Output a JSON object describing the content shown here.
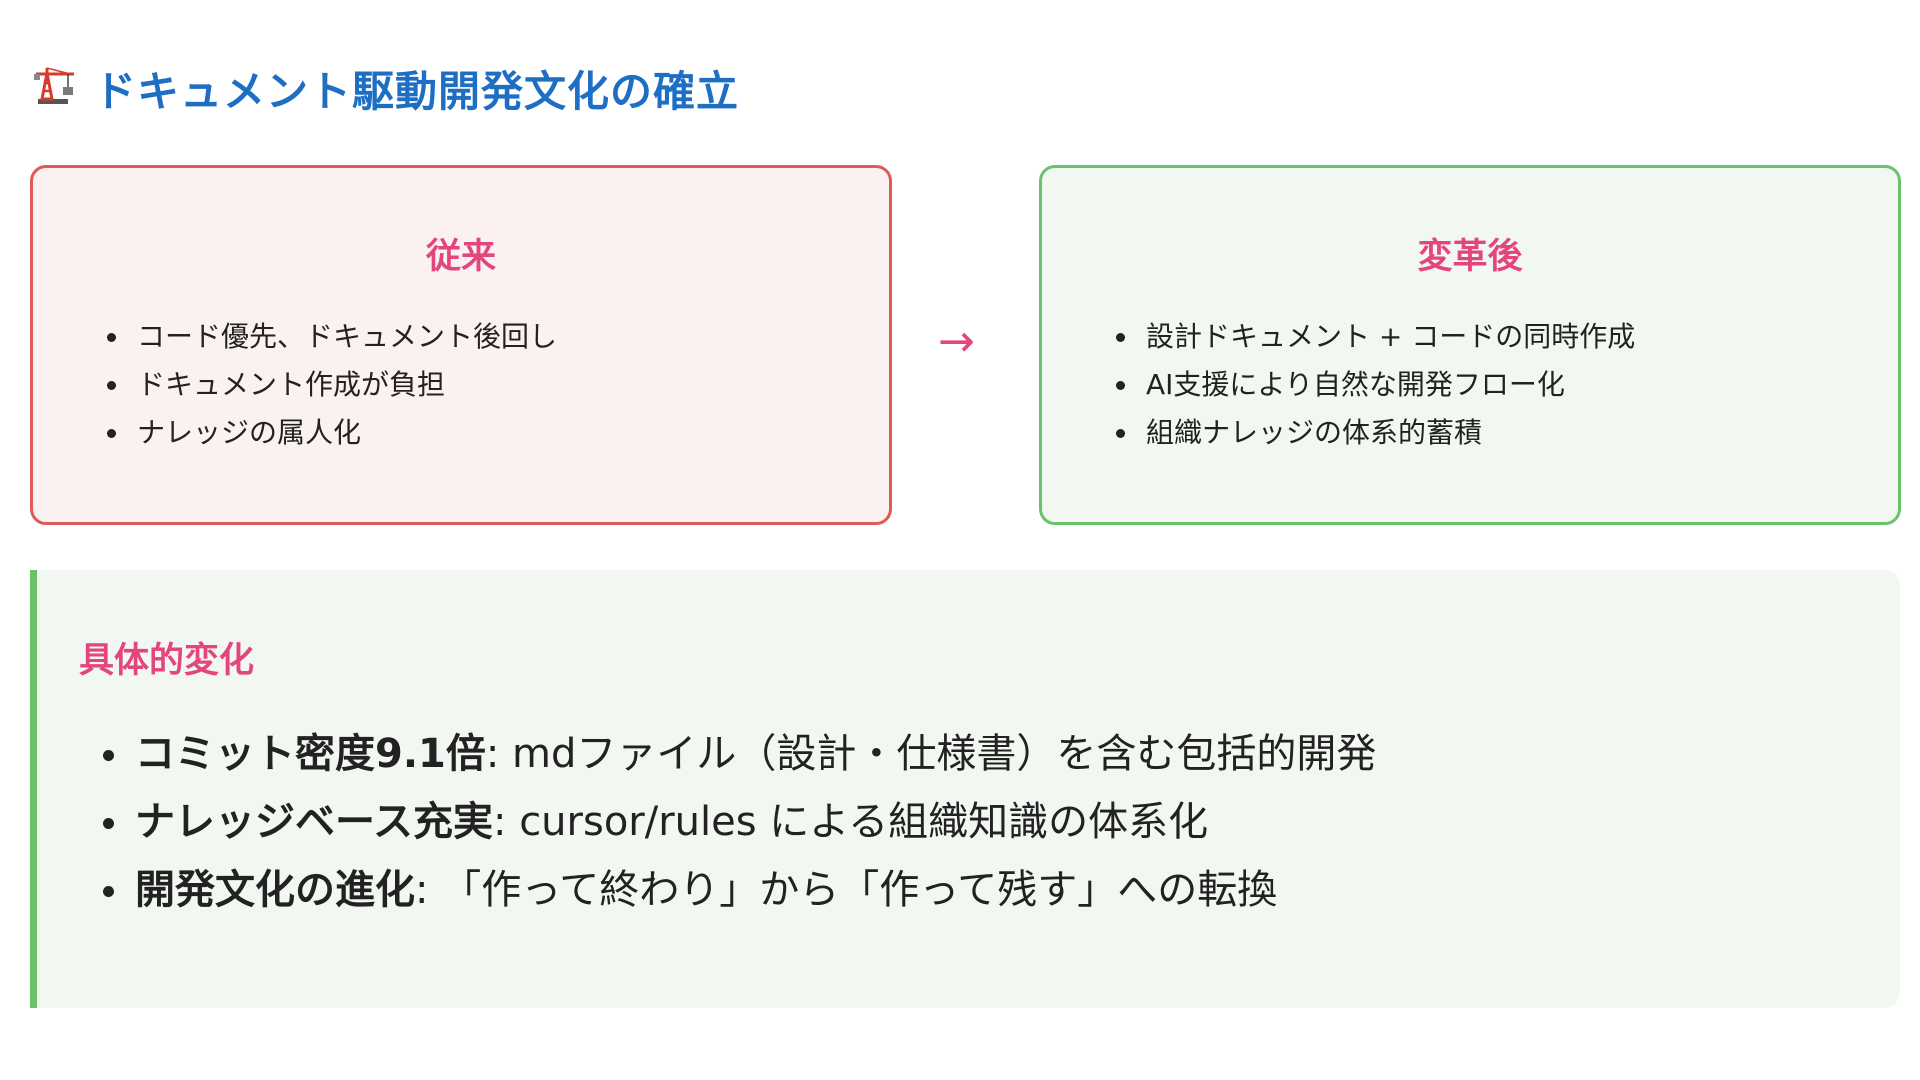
{
  "title": {
    "icon": "crane-icon",
    "text": "ドキュメント駆動開発文化の確立"
  },
  "before": {
    "heading": "従来",
    "items": [
      "コード優先、ドキュメント後回し",
      "ドキュメント作成が負担",
      "ナレッジの属人化"
    ]
  },
  "arrow": "→",
  "after": {
    "heading": "変革後",
    "items": [
      "設計ドキュメント + コードの同時作成",
      "AI支援により自然な開発フロー化",
      "組織ナレッジの体系的蓄積"
    ]
  },
  "changes": {
    "heading": "具体的変化",
    "items": [
      {
        "label": "コミット密度9.1倍",
        "text": ": mdファイル（設計・仕様書）を含む包括的開発"
      },
      {
        "label": "ナレッジベース充実",
        "text": ": cursor/rules による組織知識の体系化"
      },
      {
        "label": "開発文化の進化",
        "text": ": 「作って終わり」から「作って残す」への転換"
      }
    ]
  },
  "colors": {
    "title": "#1e6fc4",
    "heading_pink": "#e3457f",
    "before_border": "#e05a57",
    "before_bg": "#fbf1f0",
    "after_border": "#6cc16d",
    "after_bg": "#f2f8f1"
  }
}
